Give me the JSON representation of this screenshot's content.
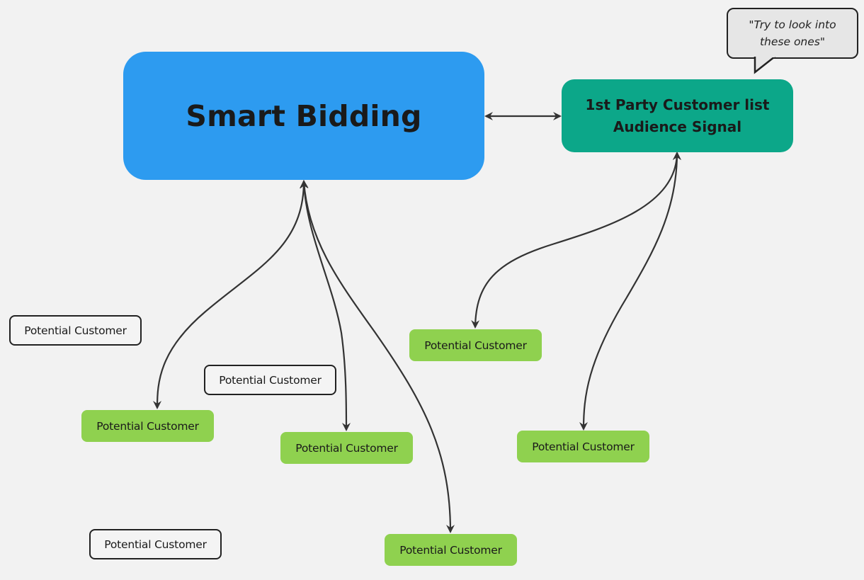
{
  "diagram": {
    "main_node": {
      "label": "Smart Bidding",
      "color": "#2d9bf0"
    },
    "signal_node": {
      "label": "1st Party Customer list\nAudience Signal",
      "color": "#0ca789"
    },
    "callout": {
      "text": "\"Try to look into\nthese ones\""
    },
    "customer_nodes": [
      {
        "id": "c1",
        "label": "Potential Customer",
        "style": "green",
        "connected_to": "Smart Bidding"
      },
      {
        "id": "c2",
        "label": "Potential Customer",
        "style": "green",
        "connected_to": "Smart Bidding"
      },
      {
        "id": "c3",
        "label": "Potential Customer",
        "style": "green",
        "connected_to": "Smart Bidding"
      },
      {
        "id": "c4",
        "label": "Potential Customer",
        "style": "green",
        "connected_to": "1st Party Customer list Audience Signal"
      },
      {
        "id": "c5",
        "label": "Potential Customer",
        "style": "green",
        "connected_to": "1st Party Customer list Audience Signal"
      },
      {
        "id": "o1",
        "label": "Potential Customer",
        "style": "outline",
        "connected_to": null
      },
      {
        "id": "o2",
        "label": "Potential Customer",
        "style": "outline",
        "connected_to": null
      },
      {
        "id": "o3",
        "label": "Potential Customer",
        "style": "outline",
        "connected_to": null
      }
    ],
    "edges": [
      {
        "from": "Smart Bidding",
        "to": "1st Party Customer list Audience Signal",
        "direction": "both"
      },
      {
        "from": "Smart Bidding",
        "to": "c1",
        "direction": "both"
      },
      {
        "from": "Smart Bidding",
        "to": "c2",
        "direction": "both"
      },
      {
        "from": "Smart Bidding",
        "to": "c3",
        "direction": "both"
      },
      {
        "from": "1st Party Customer list Audience Signal",
        "to": "c4",
        "direction": "both"
      },
      {
        "from": "1st Party Customer list Audience Signal",
        "to": "c5",
        "direction": "both"
      }
    ],
    "colors": {
      "green_node": "#8fd14f",
      "connector": "#333333",
      "background": "#f2f2f2"
    }
  }
}
